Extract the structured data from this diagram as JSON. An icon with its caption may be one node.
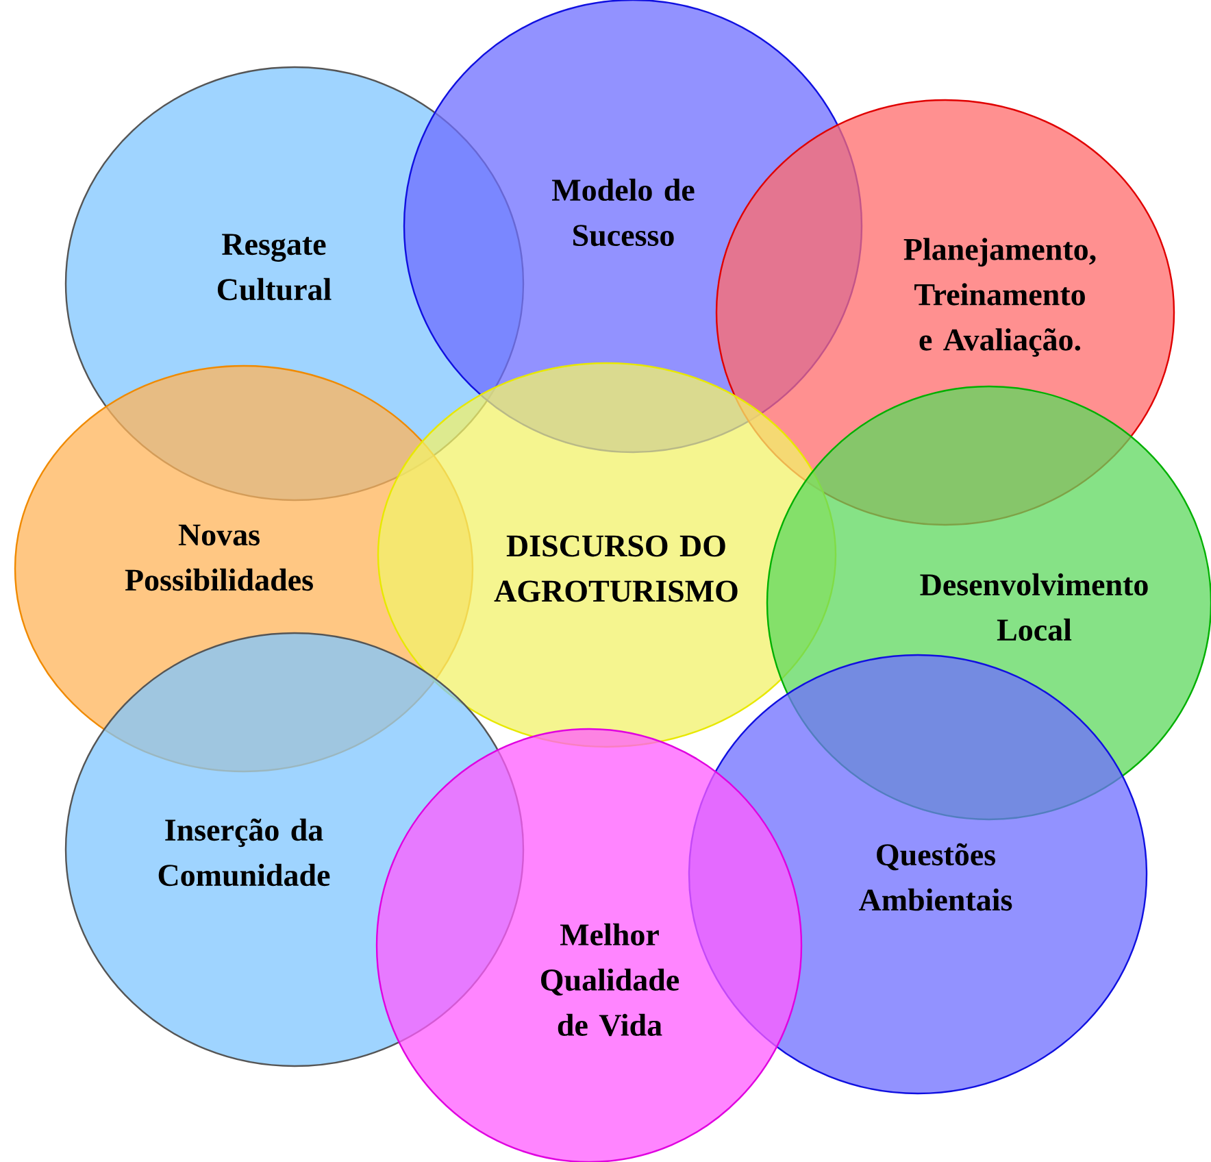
{
  "diagram": {
    "nodes": [
      {
        "text": [
          "Resgate Cultural"
        ]
      },
      {
        "text": [
          "Modelo de Sucesso"
        ]
      },
      {
        "text": [
          "Planejamento, Treinamento e Avaliação."
        ]
      },
      {
        "text": [
          "Novas Possibilidades"
        ]
      },
      {
        "text": [
          "DISCURSO DO AGROTURISMO"
        ]
      },
      {
        "text": [
          "Desenvolvimento Local"
        ]
      },
      {
        "text": [
          "Inserção da Comunidade"
        ]
      },
      {
        "text": [
          "Questões Ambientais"
        ]
      },
      {
        "text": [
          "Melhor Qualidade de Vida"
        ]
      }
    ]
  }
}
